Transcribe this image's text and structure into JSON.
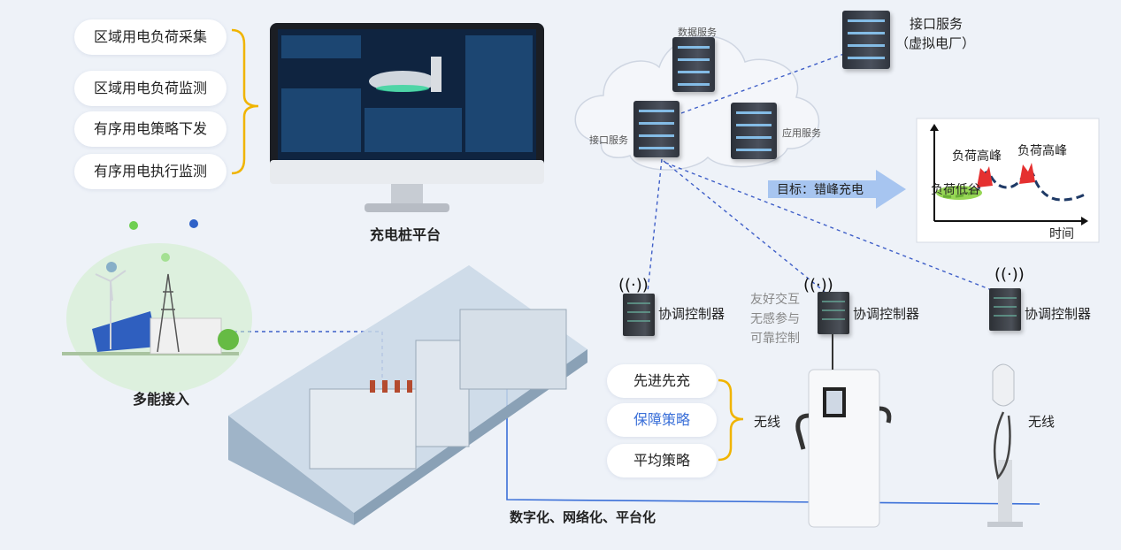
{
  "left_features": [
    "区域用电负荷采集",
    "区域用电负荷监测",
    "有序用电策略下发",
    "有序用电执行监测"
  ],
  "platform_label": "充电桩平台",
  "multi_energy_label": "多能接入",
  "cloud": {
    "data_service": "数据服务",
    "interface_service": "接口服务",
    "app_service": "应用服务"
  },
  "vpp_service": {
    "line1": "接口服务",
    "line2": "（虚拟电厂）"
  },
  "goal_label": "目标：错峰充电",
  "load_chart": {
    "peak1": "负荷高峰",
    "peak2": "负荷高峰",
    "valley": "负荷低谷",
    "x_label": "时间"
  },
  "controllers": [
    "协调控制器",
    "协调控制器",
    "协调控制器"
  ],
  "interaction_features": [
    "友好交互",
    "无感参与",
    "可靠控制"
  ],
  "strategies": [
    "先进先充",
    "保障策略",
    "平均策略"
  ],
  "wireless_label_1": "无线",
  "wireless_label_2": "无线",
  "bottom_caption": "数字化、网络化、平台化",
  "colors": {
    "accent_blue": "#3a6fd8",
    "brace_yellow": "#f0b400",
    "dash_blue": "#3f5fc8",
    "arrow_blue": "#7ba7e6",
    "peak_red": "#e53030",
    "valley_green": "#7ccc2a",
    "curve_navy": "#1f3a66"
  }
}
